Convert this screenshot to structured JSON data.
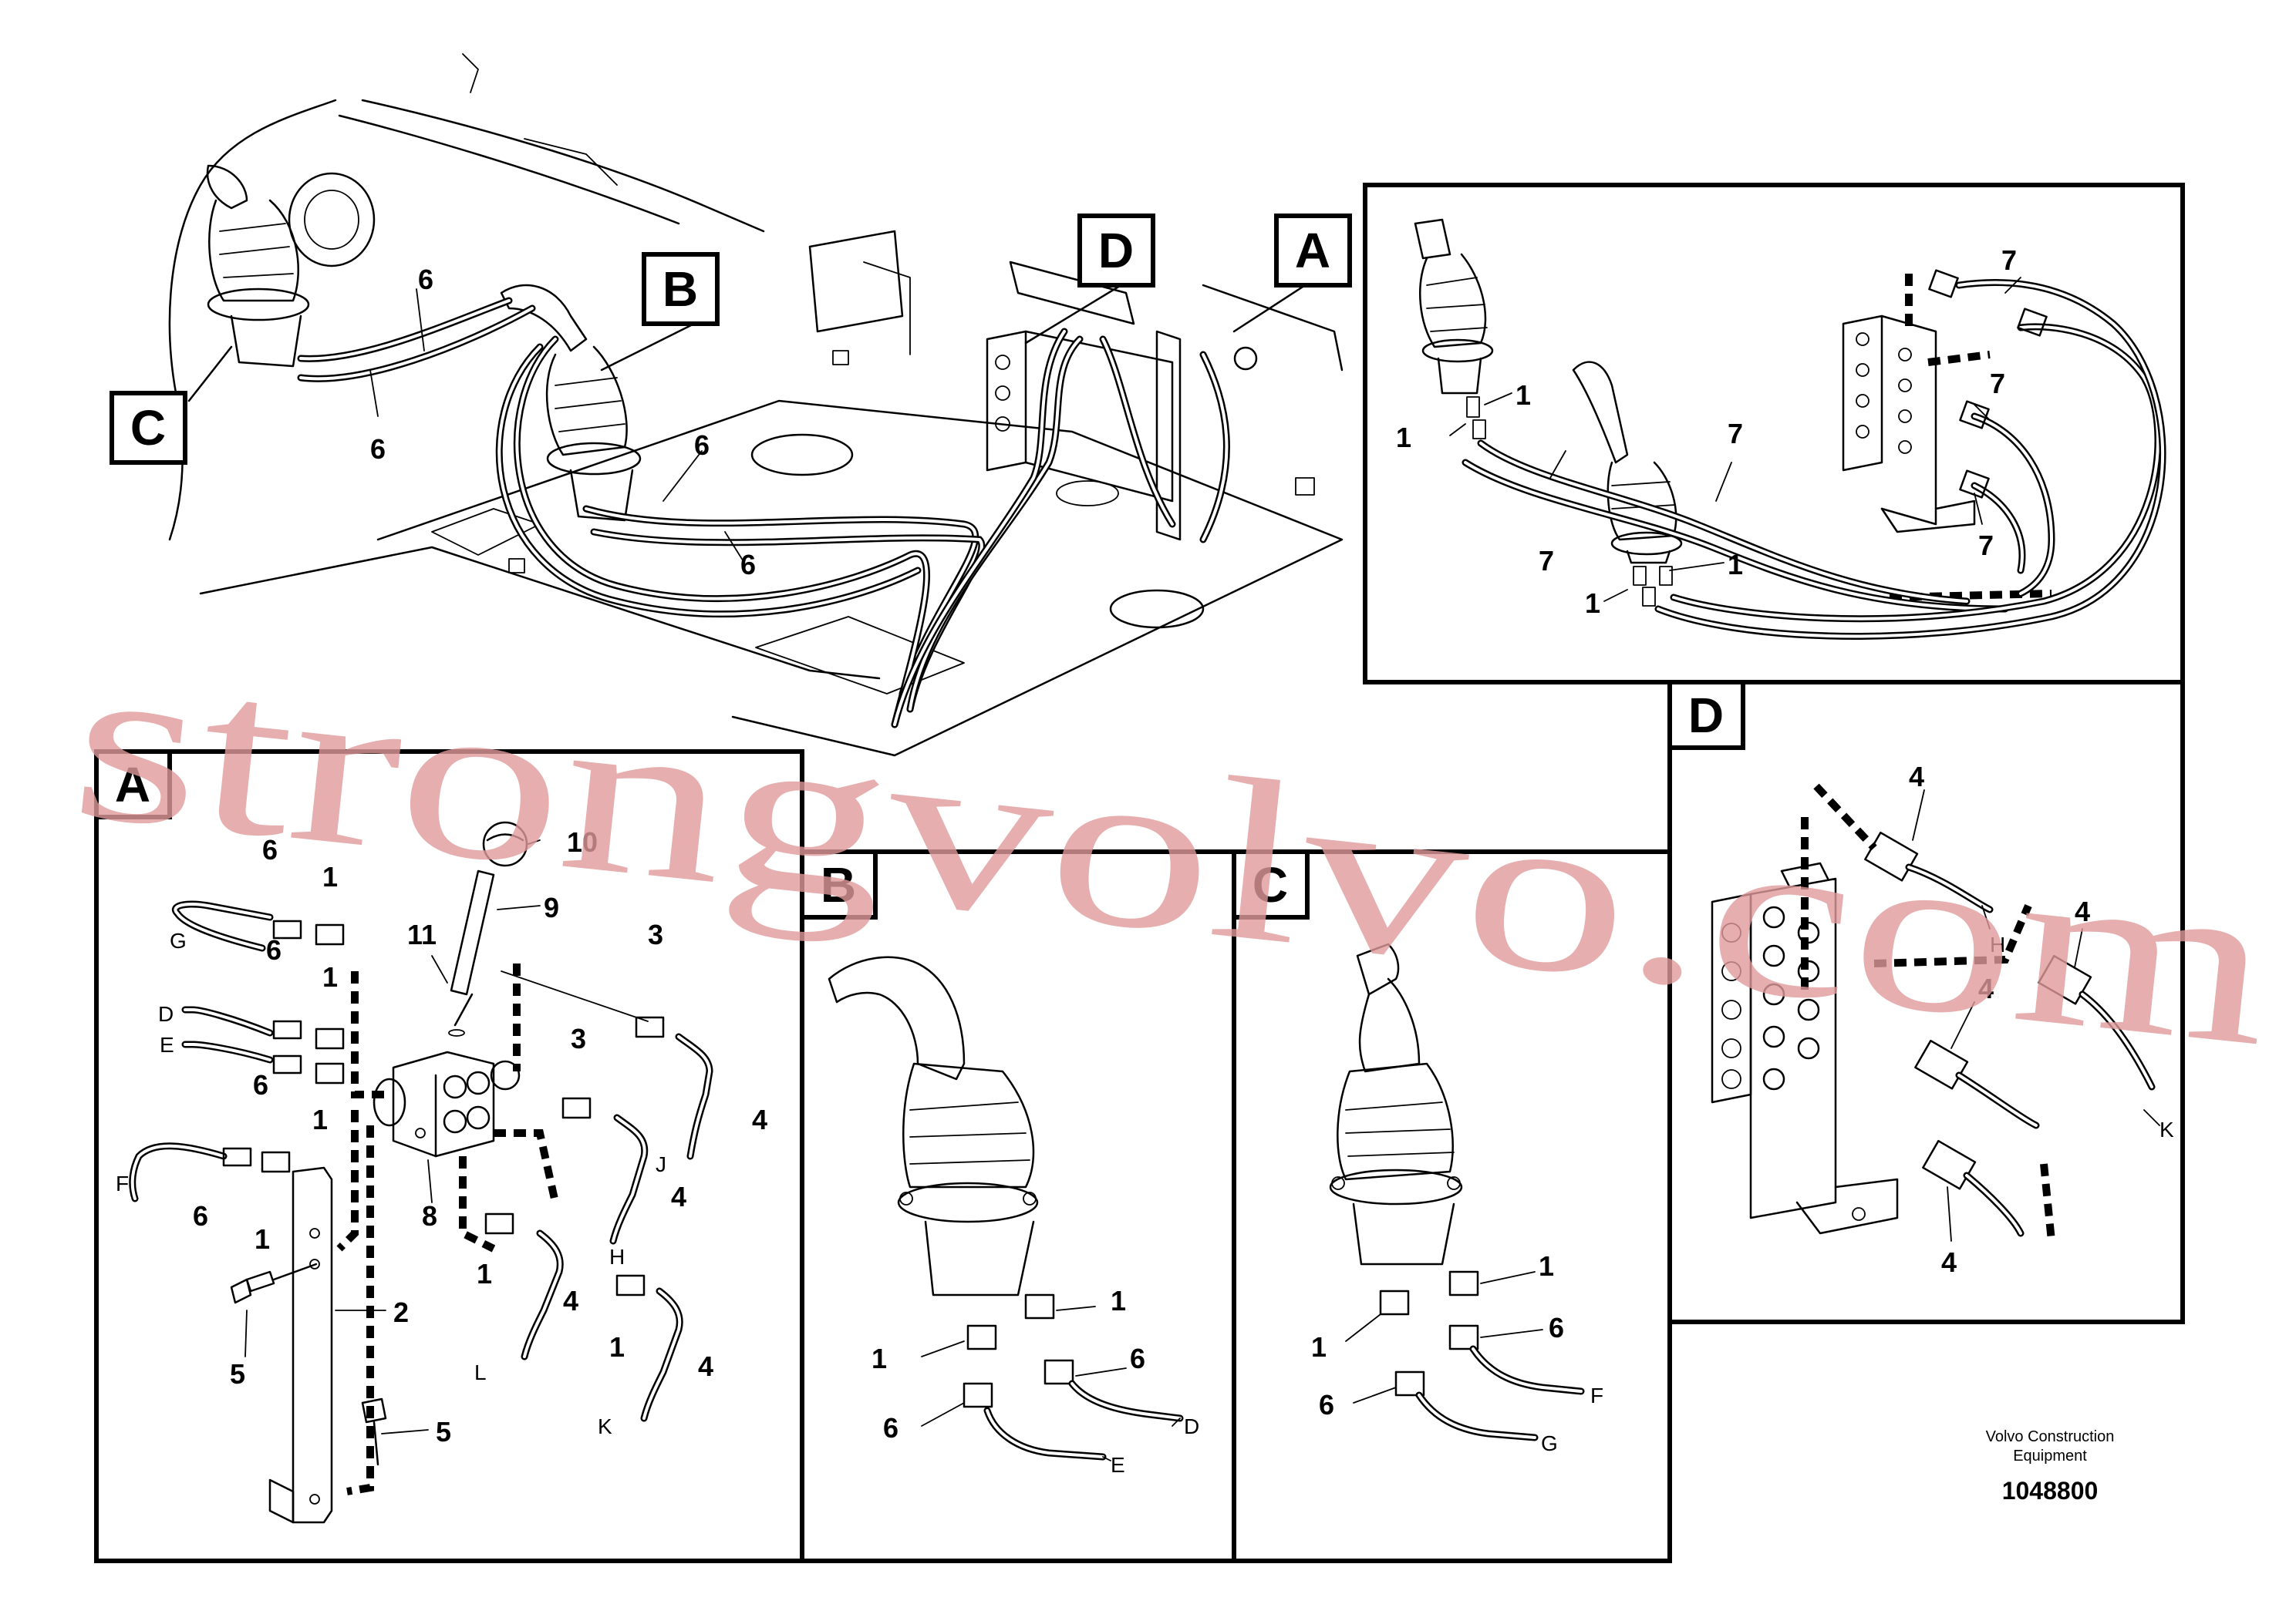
{
  "callouts": {
    "A": "A",
    "B": "B",
    "C": "C",
    "D": "D"
  },
  "panel_labels": {
    "A": "A",
    "B": "B",
    "C": "C",
    "D": "D"
  },
  "item_numbers": {
    "n1": "1",
    "n2": "2",
    "n3": "3",
    "n4": "4",
    "n5": "5",
    "n6": "6",
    "n7": "7",
    "n8": "8",
    "n9": "9",
    "n10": "10",
    "n11": "11"
  },
  "hose_letters": {
    "D": "D",
    "E": "E",
    "F": "F",
    "G": "G",
    "H": "H",
    "J": "J",
    "K": "K",
    "L": "L"
  },
  "footer": {
    "manufacturer_line1": "Volvo Construction",
    "manufacturer_line2": "Equipment",
    "document_number": "1048800"
  },
  "watermark": "strongvolvo.com"
}
